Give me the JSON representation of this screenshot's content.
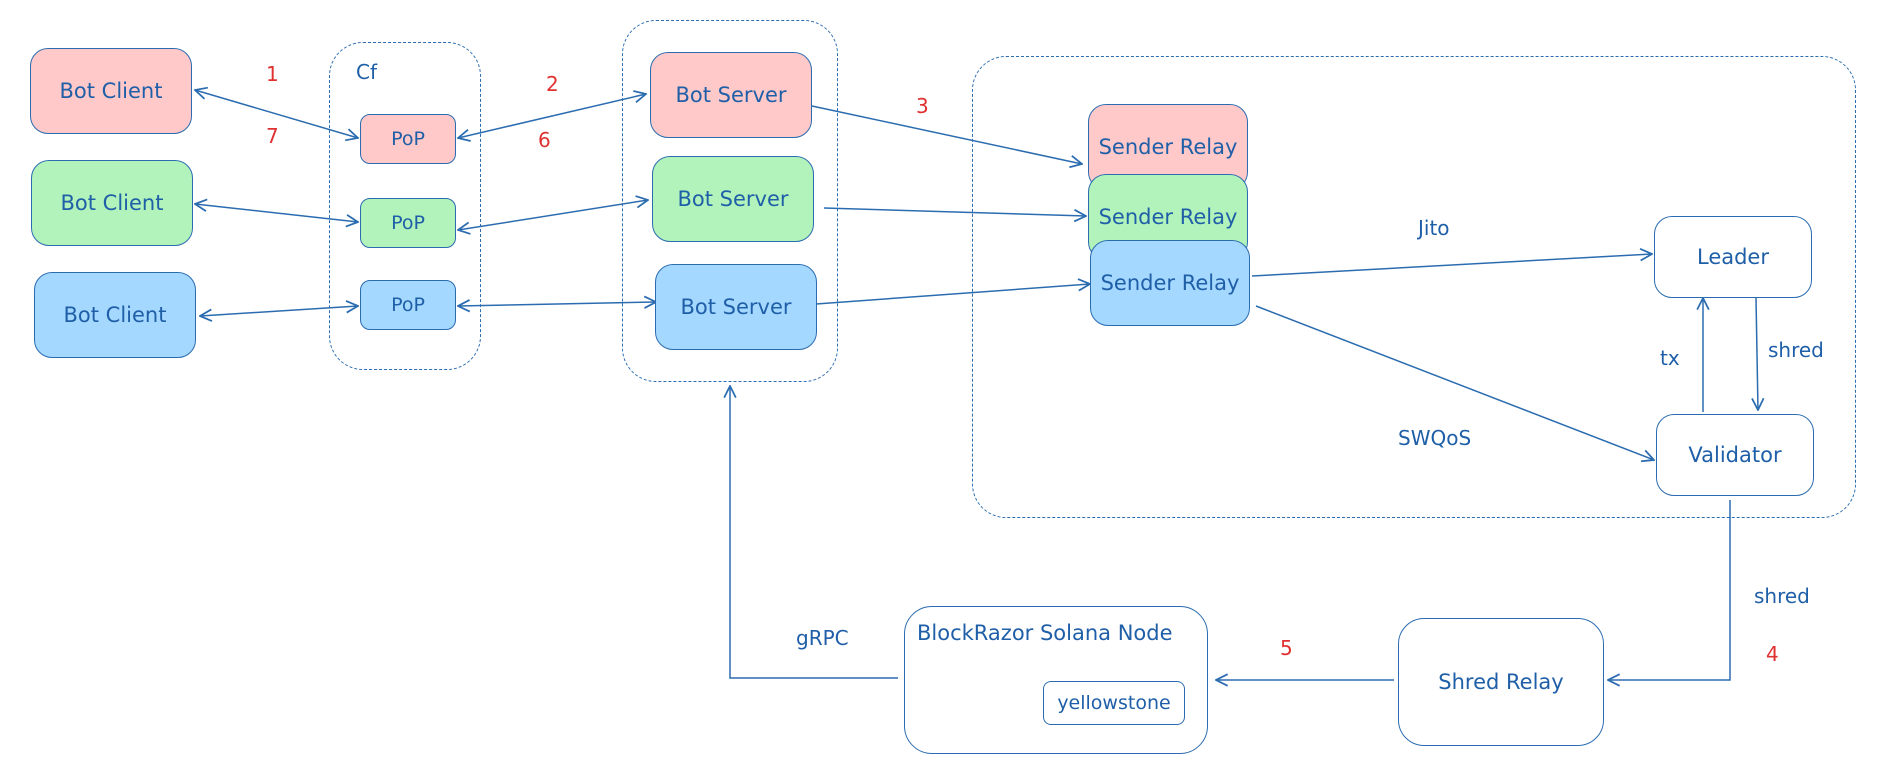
{
  "group_cf": {
    "label": "Cf"
  },
  "bot_clients": [
    {
      "label": "Bot Client"
    },
    {
      "label": "Bot Client"
    },
    {
      "label": "Bot Client"
    }
  ],
  "pops": [
    {
      "label": "PoP"
    },
    {
      "label": "PoP"
    },
    {
      "label": "PoP"
    }
  ],
  "bot_servers": [
    {
      "label": "Bot Server"
    },
    {
      "label": "Bot Server"
    },
    {
      "label": "Bot Server"
    }
  ],
  "sender_relays": [
    {
      "label": "Sender Relay"
    },
    {
      "label": "Sender Relay"
    },
    {
      "label": "Sender Relay"
    }
  ],
  "leader": {
    "label": "Leader"
  },
  "validator": {
    "label": "Validator"
  },
  "shred_relay": {
    "label": "Shred Relay"
  },
  "node": {
    "label": "BlockRazor Solana Node",
    "plugin": "yellowstone"
  },
  "edge_labels": {
    "jito": "Jito",
    "swqos": "SWQoS",
    "tx": "tx",
    "shred_down": "shred",
    "shred_out": "shred",
    "grpc": "gRPC"
  },
  "step_numbers": {
    "s1": "1",
    "s2": "2",
    "s3": "3",
    "s4": "4",
    "s5": "5",
    "s6": "6",
    "s7": "7"
  },
  "colors": {
    "stroke": "#2b6cb0",
    "text": "#1f5fa8",
    "step": "#e03131",
    "red_fill": "#ffc9c9",
    "green_fill": "#b2f2bb",
    "blue_fill": "#a5d8ff"
  }
}
